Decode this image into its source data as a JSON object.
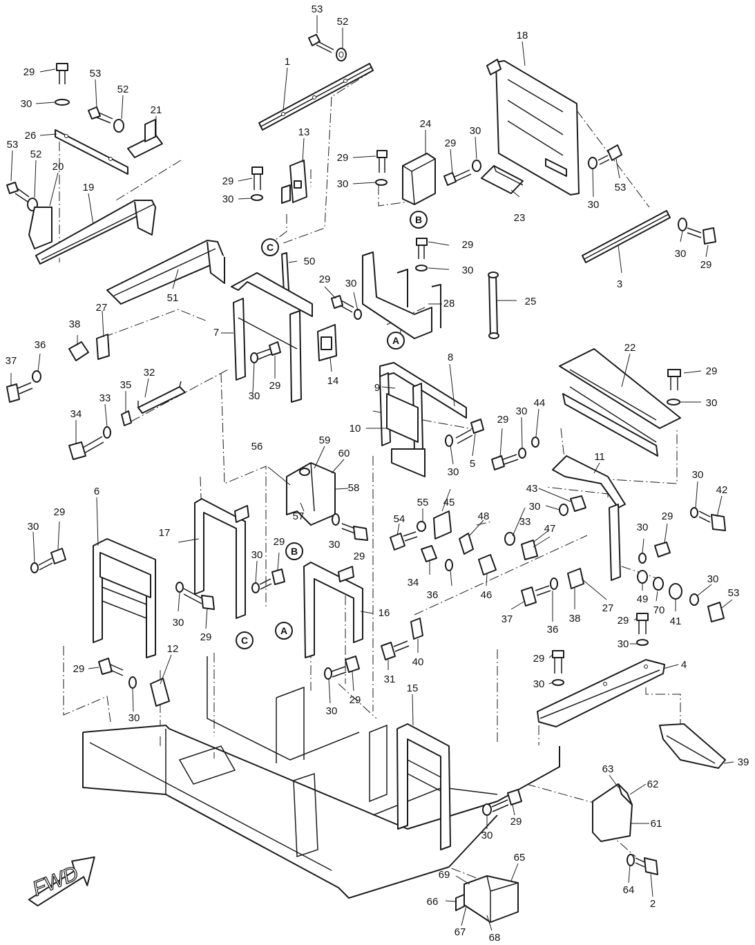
{
  "diagram": {
    "direction_label": "FWD",
    "reference_letters": [
      "A",
      "B",
      "C"
    ],
    "part_numbers": [
      "1",
      "2",
      "3",
      "4",
      "5",
      "6",
      "7",
      "8",
      "9",
      "10",
      "11",
      "12",
      "13",
      "14",
      "15",
      "16",
      "17",
      "18",
      "19",
      "20",
      "21",
      "22",
      "23",
      "24",
      "25",
      "26",
      "27",
      "28",
      "29",
      "30",
      "31",
      "32",
      "33",
      "34",
      "35",
      "36",
      "37",
      "38",
      "39",
      "40",
      "41",
      "42",
      "43",
      "44",
      "45",
      "46",
      "47",
      "48",
      "49",
      "50",
      "51",
      "52",
      "53",
      "54",
      "55",
      "56",
      "57",
      "58",
      "59",
      "60",
      "61",
      "62",
      "63",
      "64",
      "65",
      "66",
      "67",
      "68",
      "69",
      "70"
    ]
  }
}
